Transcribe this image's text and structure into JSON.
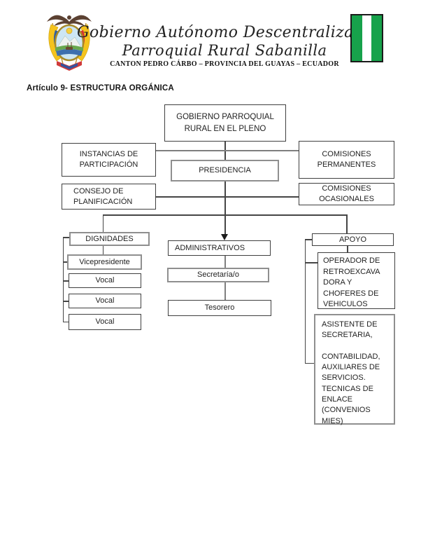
{
  "header": {
    "title_line1": "Gobierno Autónomo Descentralizado",
    "title_line2": "Parroquial Rural Sabanilla",
    "subtitle": "CANTON PEDRO CÁRBO – PROVINCIA DEL GUAYAS – ECUADOR",
    "emblem_icon": "ecuador-coat-of-arms",
    "flag_icon": "green-white-green-flag",
    "colors": {
      "flag_green": "#17a24b",
      "flag_border": "#1a1a1a"
    }
  },
  "article_heading": "Artículo 9- ESTRUCTURA ORGÁNICA",
  "org_chart": {
    "nodes": {
      "root": "GOBIERNO PARROQUIAL\nRURAL EN EL PLENO",
      "instancias": "INSTANCIAS DE\nPARTICIPACIÓN",
      "presidencia": "PRESIDENCIA",
      "comisiones_permanentes": "COMISIONES\nPERMANENTES",
      "consejo": "CONSEJO DE\nPLANIFICACIÓN",
      "comisiones_ocasionales": "COMISIONES\nOCASIONALES",
      "dignidades": "DIGNIDADES",
      "administrativos": "ADMINISTRATIVOS",
      "apoyo": "APOYO",
      "vicepresidente": "Vicepresidente",
      "vocal_1": "Vocal",
      "vocal_2": "Vocal",
      "vocal_3": "Vocal",
      "secretaria": "Secretaría/o",
      "tesorero": "Tesorero",
      "operador": "OPERADOR DE\nRETROEXCAVA\nDORA Y\nCHOFERES DE\nVEHICULOS",
      "asistente": "ASISTENTE DE\nSECRETARIA,\n\nCONTABILIDAD,\nAUXILIARES DE\nSERVICIOS.\nTECNICAS DE\nENLACE\n(CONVENIOS\nMIES)"
    }
  }
}
